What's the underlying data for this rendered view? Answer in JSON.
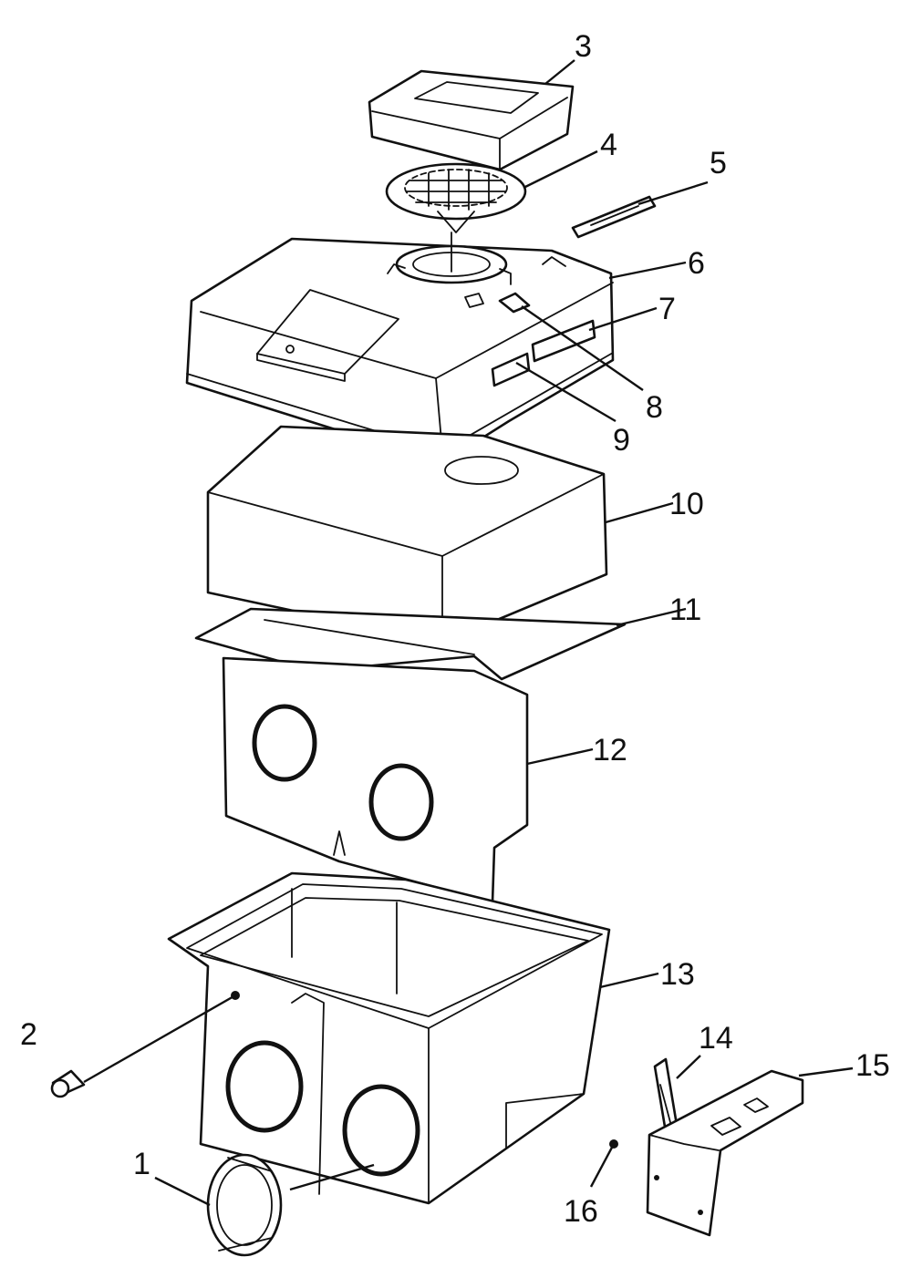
{
  "parts": [
    {
      "id": "1",
      "label": "1"
    },
    {
      "id": "2",
      "label": "2"
    },
    {
      "id": "3",
      "label": "3"
    },
    {
      "id": "4",
      "label": "4"
    },
    {
      "id": "5",
      "label": "5"
    },
    {
      "id": "6",
      "label": "6"
    },
    {
      "id": "7",
      "label": "7"
    },
    {
      "id": "8",
      "label": "8"
    },
    {
      "id": "9",
      "label": "9"
    },
    {
      "id": "10",
      "label": "10"
    },
    {
      "id": "11",
      "label": "11"
    },
    {
      "id": "12",
      "label": "12"
    },
    {
      "id": "13",
      "label": "13"
    },
    {
      "id": "14",
      "label": "14"
    },
    {
      "id": "15",
      "label": "15"
    },
    {
      "id": "16",
      "label": "16"
    }
  ],
  "style": {
    "line_color": "#111111",
    "background": "#ffffff"
  }
}
